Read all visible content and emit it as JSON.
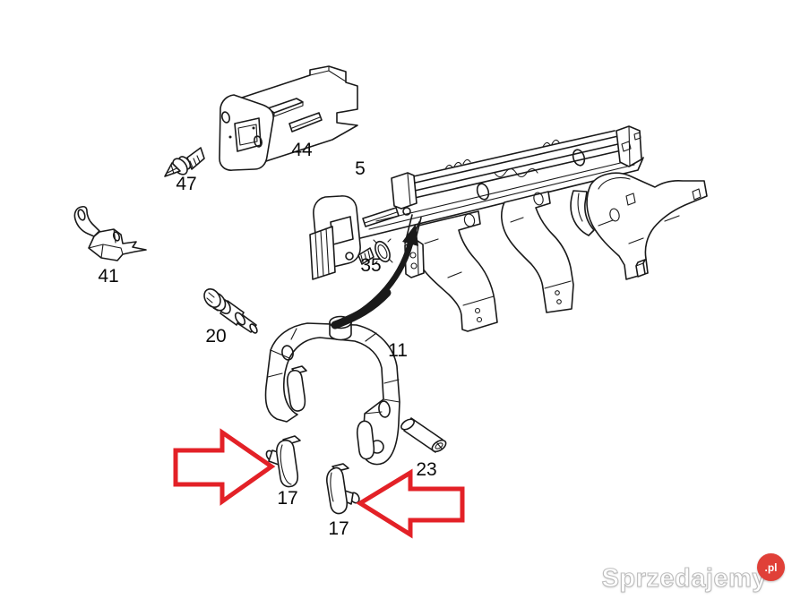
{
  "diagram": {
    "description": "exploded-gear-selector-forks-parts-diagram",
    "part_labels": [
      {
        "number": "44"
      },
      {
        "number": "47"
      },
      {
        "number": "5"
      },
      {
        "number": "41"
      },
      {
        "number": "35"
      },
      {
        "number": "20"
      },
      {
        "number": "11"
      },
      {
        "number": "23"
      },
      {
        "number": "17"
      },
      {
        "number": "17"
      }
    ]
  },
  "watermark": {
    "brand": "Sprzedajemy",
    "tld": ".pl"
  },
  "colors": {
    "line-color": "#1a1a1a",
    "accent-red": "#e32127",
    "badge-red": "#e04038",
    "background": "#ffffff"
  }
}
